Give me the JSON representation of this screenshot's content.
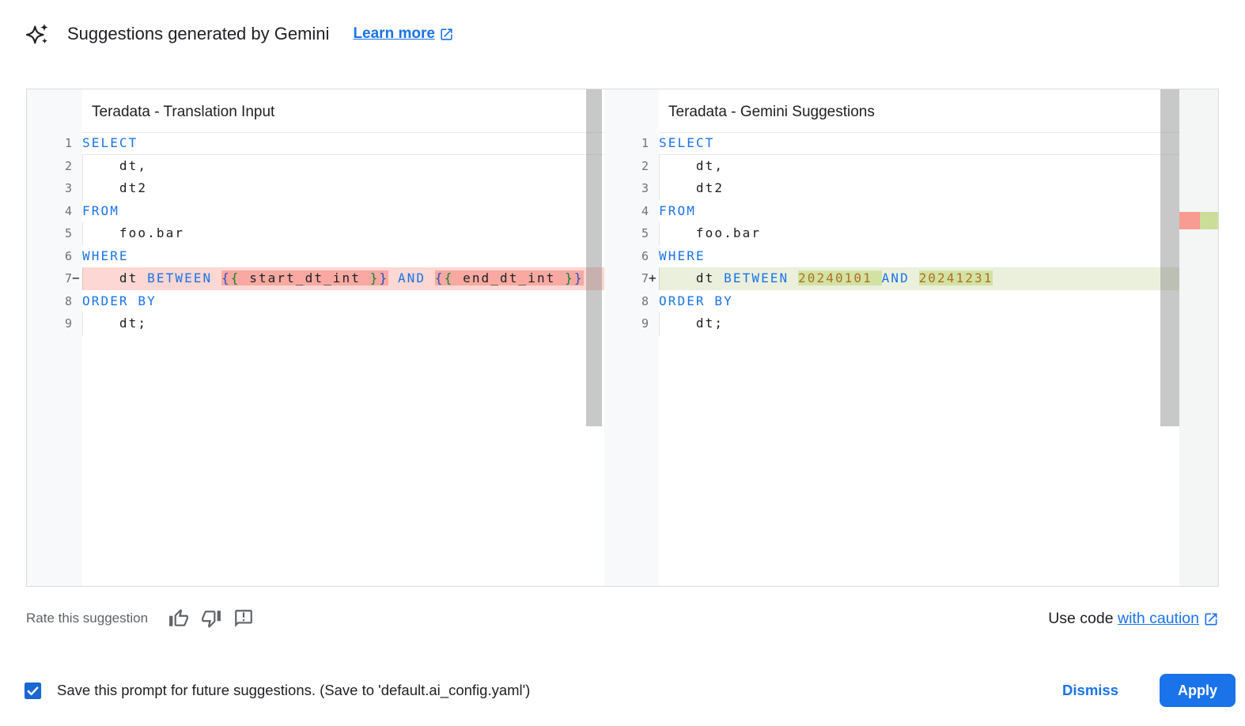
{
  "header": {
    "icon": "gemini-sparkle-icon",
    "title": "Suggestions generated by Gemini",
    "learn_more_label": "Learn more",
    "learn_more_icon": "external-link-icon"
  },
  "colors": {
    "accent_blue": "#1a73e8",
    "keyword_blue": "#1a73e8",
    "number_literal": "#b06e22",
    "bracket_outer": "#2a4fc9",
    "bracket_inner": "#188038",
    "removed_line_bg": "#fdd7d3",
    "removed_inline_bg": "#f9a9a1",
    "added_line_bg": "#ebf0dc",
    "added_inline_bg": "#d2e2a3",
    "gutter_bg": "#f8f9fa",
    "panel_border": "#dadce0",
    "ruler_removed": "#f89b91",
    "ruler_added": "#ccdd99",
    "muted_text": "#5f6368"
  },
  "editors": [
    {
      "title": "Teradata - Translation Input",
      "lines": [
        {
          "num": "1",
          "current": true,
          "tokens": [
            {
              "t": "SELECT",
              "c": "kw"
            }
          ]
        },
        {
          "num": "2",
          "indent": true,
          "tokens": [
            {
              "t": "    dt,",
              "c": "pl"
            }
          ]
        },
        {
          "num": "3",
          "indent": true,
          "tokens": [
            {
              "t": "    dt2",
              "c": "pl"
            }
          ]
        },
        {
          "num": "4",
          "tokens": [
            {
              "t": "FROM",
              "c": "kw"
            }
          ]
        },
        {
          "num": "5",
          "indent": true,
          "tokens": [
            {
              "t": "    foo.bar",
              "c": "pl"
            }
          ]
        },
        {
          "num": "6",
          "tokens": [
            {
              "t": "WHERE",
              "c": "kw"
            }
          ]
        },
        {
          "num": "7",
          "marker": "−",
          "diff": "removed",
          "indent": true,
          "tokens": [
            {
              "t": "    dt ",
              "c": "pl"
            },
            {
              "t": "BETWEEN",
              "c": "kw"
            },
            {
              "t": " ",
              "c": "pl"
            },
            {
              "t": "{",
              "c": "b1",
              "h": 1
            },
            {
              "t": "{",
              "c": "b2",
              "h": 1
            },
            {
              "t": " start_dt_int ",
              "c": "pl",
              "h": 1
            },
            {
              "t": "}",
              "c": "b2",
              "h": 1
            },
            {
              "t": "}",
              "c": "b1",
              "h": 1
            },
            {
              "t": " ",
              "c": "pl"
            },
            {
              "t": "AND",
              "c": "kw"
            },
            {
              "t": " ",
              "c": "pl"
            },
            {
              "t": "{",
              "c": "b1",
              "h": 1
            },
            {
              "t": "{",
              "c": "b2",
              "h": 1
            },
            {
              "t": " end_dt_int ",
              "c": "pl",
              "h": 1
            },
            {
              "t": "}",
              "c": "b2",
              "h": 1
            },
            {
              "t": "}",
              "c": "b1",
              "h": 1
            }
          ]
        },
        {
          "num": "8",
          "tokens": [
            {
              "t": "ORDER BY",
              "c": "kw"
            }
          ]
        },
        {
          "num": "9",
          "indent": true,
          "tokens": [
            {
              "t": "    dt;",
              "c": "pl"
            }
          ]
        }
      ]
    },
    {
      "title": "Teradata - Gemini Suggestions",
      "lines": [
        {
          "num": "1",
          "current": true,
          "tokens": [
            {
              "t": "SELECT",
              "c": "kw"
            }
          ]
        },
        {
          "num": "2",
          "indent": true,
          "tokens": [
            {
              "t": "    dt,",
              "c": "pl"
            }
          ]
        },
        {
          "num": "3",
          "indent": true,
          "tokens": [
            {
              "t": "    dt2",
              "c": "pl"
            }
          ]
        },
        {
          "num": "4",
          "tokens": [
            {
              "t": "FROM",
              "c": "kw"
            }
          ]
        },
        {
          "num": "5",
          "indent": true,
          "tokens": [
            {
              "t": "    foo.bar",
              "c": "pl"
            }
          ]
        },
        {
          "num": "6",
          "tokens": [
            {
              "t": "WHERE",
              "c": "kw"
            }
          ]
        },
        {
          "num": "7",
          "marker": "+",
          "diff": "added",
          "indent": true,
          "tokens": [
            {
              "t": "    dt ",
              "c": "pl"
            },
            {
              "t": "BETWEEN",
              "c": "kw"
            },
            {
              "t": " ",
              "c": "pl"
            },
            {
              "t": "20240101 ",
              "c": "num",
              "h": 1
            },
            {
              "t": "AND",
              "c": "kw"
            },
            {
              "t": " ",
              "c": "pl"
            },
            {
              "t": "20241231",
              "c": "num",
              "h": 1
            }
          ]
        },
        {
          "num": "8",
          "tokens": [
            {
              "t": "ORDER BY",
              "c": "kw"
            }
          ]
        },
        {
          "num": "9",
          "indent": true,
          "tokens": [
            {
              "t": "    dt;",
              "c": "pl"
            }
          ]
        }
      ]
    }
  ],
  "footer": {
    "rate_label": "Rate this suggestion",
    "rate_icons": [
      "thumbs-up-icon",
      "thumbs-down-icon",
      "feedback-icon"
    ],
    "use_code_prefix": "Use code ",
    "caution_link": "with caution",
    "caution_icon": "external-link-icon"
  },
  "action_bar": {
    "checkbox_checked": true,
    "save_label": "Save this prompt for future suggestions. (Save to 'default.ai_config.yaml')",
    "dismiss_label": "Dismiss",
    "apply_label": "Apply"
  }
}
